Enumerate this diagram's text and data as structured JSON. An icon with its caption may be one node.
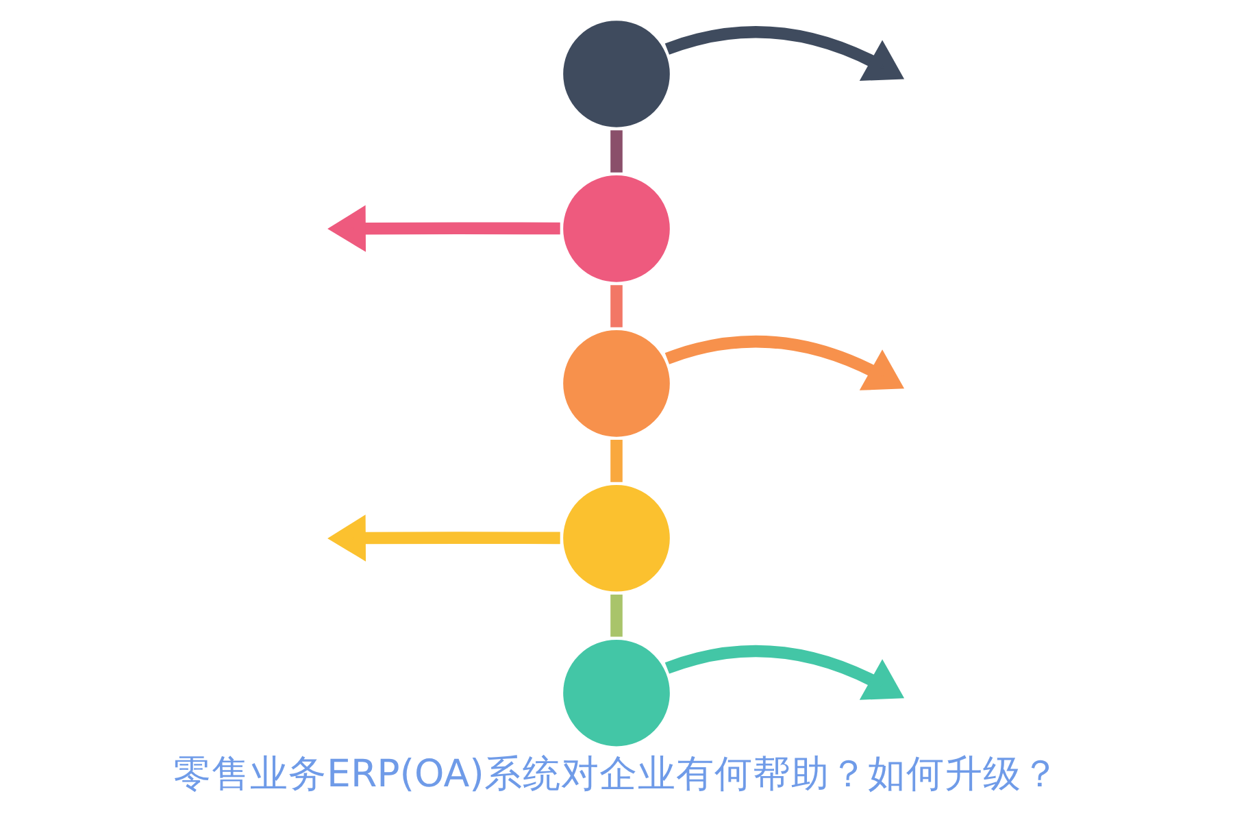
{
  "diagram": {
    "title": "零售业务ERP(OA)系统对企业有何帮助？如何升级？",
    "nodes": [
      {
        "text": [],
        "shape": "circle"
      },
      {
        "text": [],
        "shape": "circle"
      },
      {
        "text": [],
        "shape": "circle"
      },
      {
        "text": [],
        "shape": "circle"
      },
      {
        "text": [],
        "shape": "circle"
      }
    ],
    "edges": [
      {
        "from": 0,
        "to": null,
        "arrow": "to",
        "color": "#3f4b5e"
      },
      {
        "from": 1,
        "to": null,
        "arrow": "to",
        "color": "#ee5a7e"
      },
      {
        "from": 2,
        "to": null,
        "arrow": "to",
        "color": "#f7914c"
      },
      {
        "from": 3,
        "to": null,
        "arrow": "to",
        "color": "#fbc12f"
      },
      {
        "from": 4,
        "to": null,
        "arrow": "to",
        "color": "#43c6a6"
      },
      {
        "from": 0,
        "to": 1,
        "arrow": "none",
        "color": "#8a4f6a"
      },
      {
        "from": 1,
        "to": 2,
        "arrow": "none",
        "color": "#f27766"
      },
      {
        "from": 2,
        "to": 3,
        "arrow": "none",
        "color": "#f9a83e"
      },
      {
        "from": 3,
        "to": 4,
        "arrow": "none",
        "color": "#a9c46a"
      }
    ]
  }
}
